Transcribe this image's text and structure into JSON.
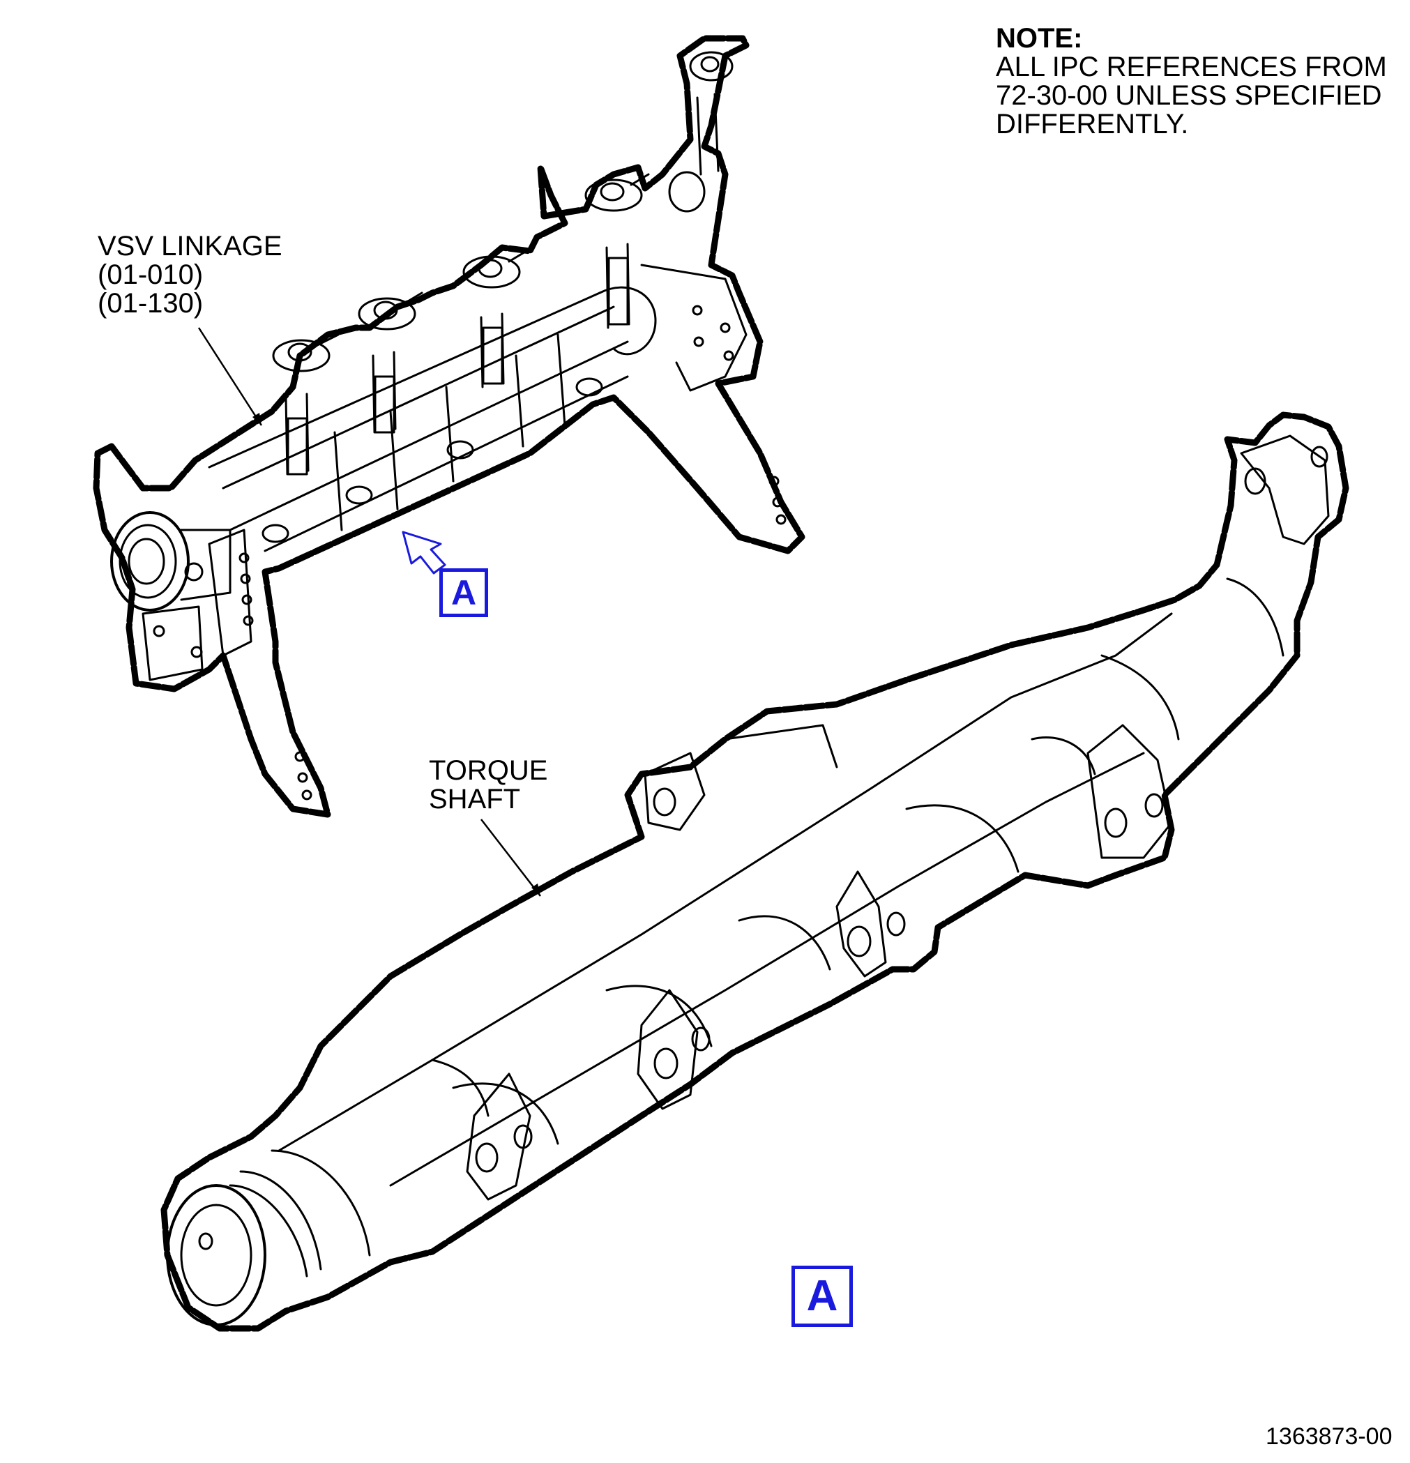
{
  "note": {
    "title": "NOTE:",
    "lines": [
      "ALL IPC REFERENCES FROM",
      "72-30-00 UNLESS SPECIFIED",
      "DIFFERENTLY."
    ]
  },
  "callouts": {
    "vsv_linkage": {
      "lines": [
        "VSV LINKAGE",
        "(01-010)",
        "(01-130)"
      ]
    },
    "torque_shaft": {
      "lines": [
        "TORQUE",
        "SHAFT"
      ]
    }
  },
  "view_markers": {
    "detail_a_marker": "A",
    "view_a_label": "A"
  },
  "figure_number": "1363873-00",
  "colors": {
    "ink": "#000000",
    "view_marker_blue": "#1a1adf"
  }
}
